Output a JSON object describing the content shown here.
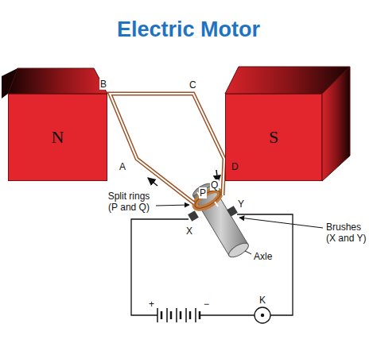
{
  "diagram": {
    "title": "Electric Motor",
    "nodes": [
      {
        "text": [
          "N"
        ]
      },
      {
        "text": [
          "S"
        ]
      }
    ],
    "labels": [
      "B",
      "C",
      "A",
      "D",
      "Split rings (P and Q)",
      "P",
      "Q",
      "Y",
      "X",
      "Brushes (X and Y)",
      "Axle",
      "+",
      "−",
      "K"
    ]
  }
}
